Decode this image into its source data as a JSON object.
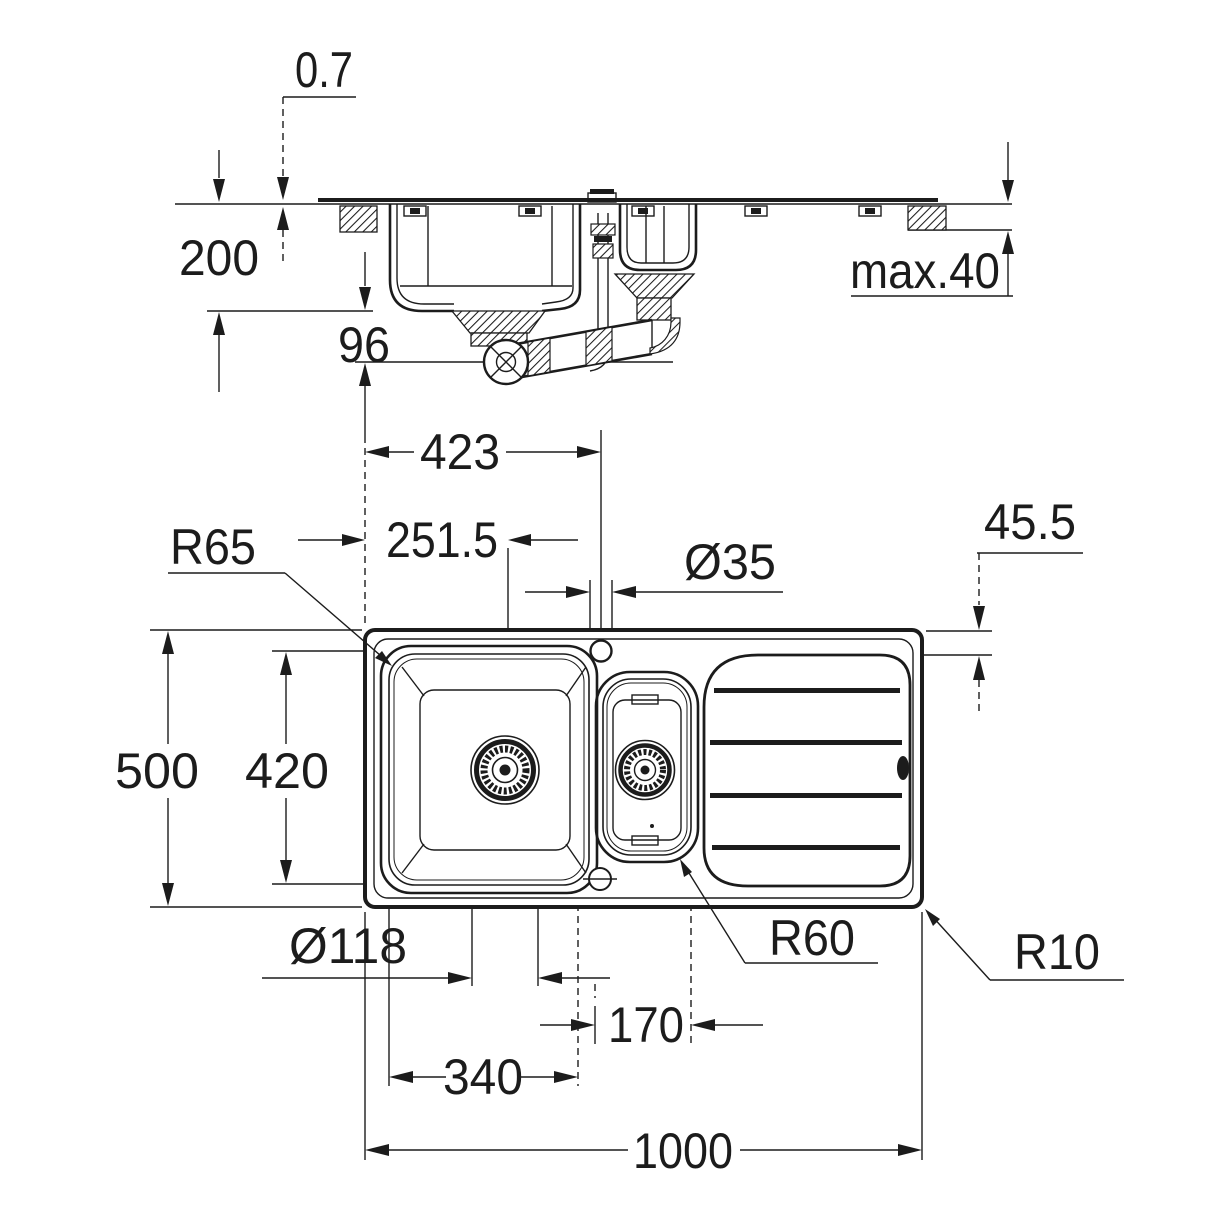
{
  "drawing": {
    "type": "kitchen-sink dimensional technical drawing",
    "background_color": "#ffffff",
    "line_color": "#1c1c1c",
    "side_view": {
      "rim_height": {
        "label": "0.7"
      },
      "bowl_depth": {
        "label": "200"
      },
      "outlet_clearance": {
        "label": "96"
      },
      "worktop_thickness_max": {
        "label": "max.40"
      }
    },
    "plan_view": {
      "faucet_center_from_left": {
        "label": "423"
      },
      "drain_center_from_left": {
        "label": "251.5"
      },
      "faucet_hole_diameter": {
        "label": "Ø35"
      },
      "main_bowl_corner_radius": {
        "label": "R65"
      },
      "drainer_edge_offset": {
        "label": "45.5"
      },
      "sink_depth": {
        "label": "500"
      },
      "main_bowl_inner_depth": {
        "label": "420"
      },
      "drain_diameter": {
        "label": "Ø118"
      },
      "small_bowl_corner_radius": {
        "label": "R60"
      },
      "outer_corner_radius": {
        "label": "R10"
      },
      "small_bowl_width": {
        "label": "170"
      },
      "main_bowl_inner_width": {
        "label": "340"
      },
      "sink_width": {
        "label": "1000"
      }
    }
  }
}
